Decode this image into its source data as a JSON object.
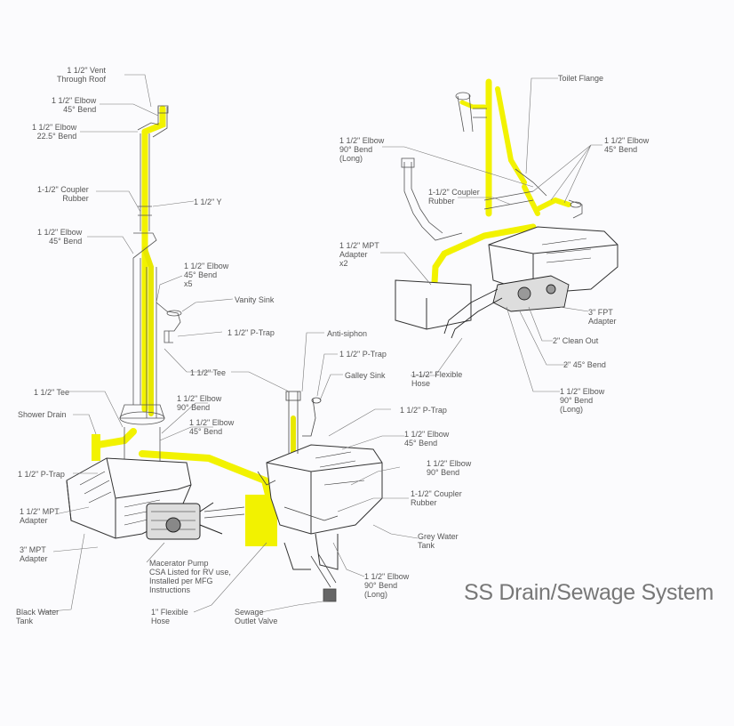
{
  "title": "SS Drain/Sewage System",
  "colors": {
    "highlight": "#f2f200",
    "line": "#444444",
    "label": "#555555",
    "background": "#fbfbfd"
  },
  "labels": {
    "vent_roof": "1 1/2\" Vent\nThrough Roof",
    "elbow45_top": "1 1/2\" Elbow\n45° Bend",
    "elbow225": "1 1/2\" Elbow\n22.5° Bend",
    "coupler_left": "1-1/2\" Coupler\nRubber",
    "y_left": "1 1/2\" Y",
    "elbow45_left": "1 1/2\" Elbow\n45° Bend",
    "elbow45_x5": "1 1/2\" Elbow\n45° Bend\nx5",
    "vanity_sink": "Vanity Sink",
    "ptrap_vanity": "1 1/2\" P-Trap",
    "tee_mid": "1 1/2\" Tee",
    "anti_siphon": "Anti-siphon",
    "ptrap_galley_top": "1 1/2\" P-Trap",
    "galley_sink": "Galley Sink",
    "tee_left": "1 1/2\" Tee",
    "shower_drain": "Shower Drain",
    "elbow90_mid": "1 1/2\" Elbow\n90° Bend",
    "elbow45_mid": "1 1/2\" Elbow\n45° Bend",
    "ptrap_right": "1 1/2\" P-Trap",
    "elbow45_grey": "1 1/2\" Elbow\n45° Bend",
    "elbow90_grey": "1 1/2\" Elbow\n90° Bend",
    "coupler_grey": "1-1/2\" Coupler\nRubber",
    "ptrap_left": "1 1/2\" P-Trap",
    "mpt_left": "1 1/2\" MPT\nAdapter",
    "mpt3_left": "3\" MPT\nAdapter",
    "grey_tank": "Grey Water\nTank",
    "macerator": "Macerator Pump\nCSA Listed for RV use,\nInstalled per MFG\nInstructions",
    "elbow90_long_bottom": "1 1/2\" Elbow\n90° Bend\n(Long)",
    "black_tank": "Black Water\nTank",
    "flex_hose_1": "1\" Flexible\nHose",
    "sewage_valve": "Sewage\nOutlet Valve",
    "toilet_flange": "Toilet Flange",
    "elbow90_long_right": "1 1/2\" Elbow\n90° Bend\n(Long)",
    "elbow45_right": "1 1/2\" Elbow\n45° Bend",
    "coupler_right": "1-1/2\" Coupler\nRubber",
    "mpt_x2": "1 1/2\" MPT\nAdapter\nx2",
    "fpt3": "3\" FPT\nAdapter",
    "clean_out": "2\" Clean Out",
    "bend45_2": "2\" 45° Bend",
    "flex_hose_right": "1-1/2\" Flexible\nHose",
    "elbow90_long_right2": "1 1/2\" Elbow\n90° Bend\n(Long)"
  }
}
